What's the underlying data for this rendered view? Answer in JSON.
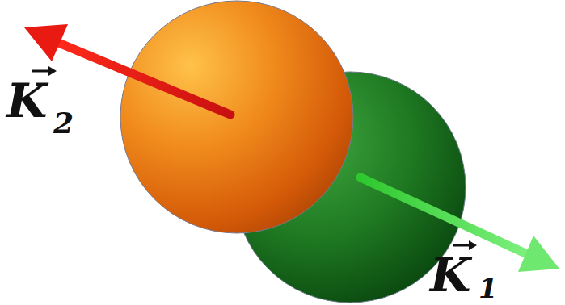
{
  "diagram": {
    "labels": [
      "K",
      "2",
      "K",
      "1"
    ]
  }
}
